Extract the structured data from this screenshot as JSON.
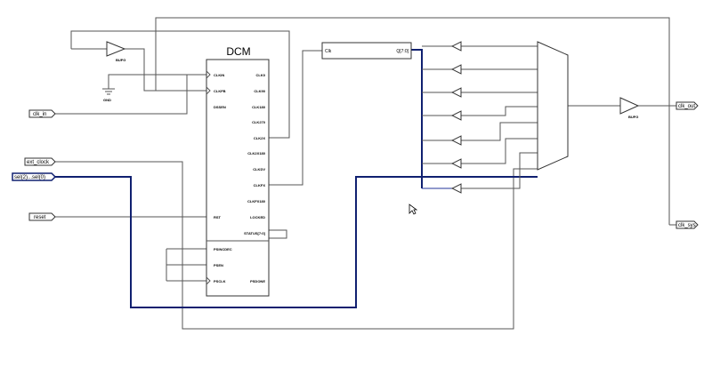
{
  "dcm": {
    "title": "DCM",
    "inputs": [
      "CLKIN",
      "CLKFB",
      "DSSEN",
      "RST"
    ],
    "outputs": [
      "CLK0",
      "CLK90",
      "CLK180",
      "CLK270",
      "CLK2X",
      "CLK2X180",
      "CLKDV",
      "CLKFX",
      "CLKFX180",
      "LOCKED",
      "STATUS[7:0]"
    ],
    "psen_inputs": [
      "PSINCDEC",
      "PSEN",
      "PSCLK"
    ],
    "psen_output": "PSDONE"
  },
  "counter": {
    "in_label": "Clk",
    "out_label": "Q[7:0]"
  },
  "buffers": {
    "bufg_top": "BUFG",
    "bufg_out": "BUFG"
  },
  "gnd_label": "GND",
  "ports": {
    "clk_in": "clk_in",
    "ext_clock": "ext_clock",
    "sel": "sel(2)...sel(0)",
    "reset": "reset",
    "clk_out": "clk_out",
    "clk_sys": "clk_sys"
  },
  "colors": {
    "wire": "#555555",
    "bus": "#102070",
    "block": "#333333"
  }
}
